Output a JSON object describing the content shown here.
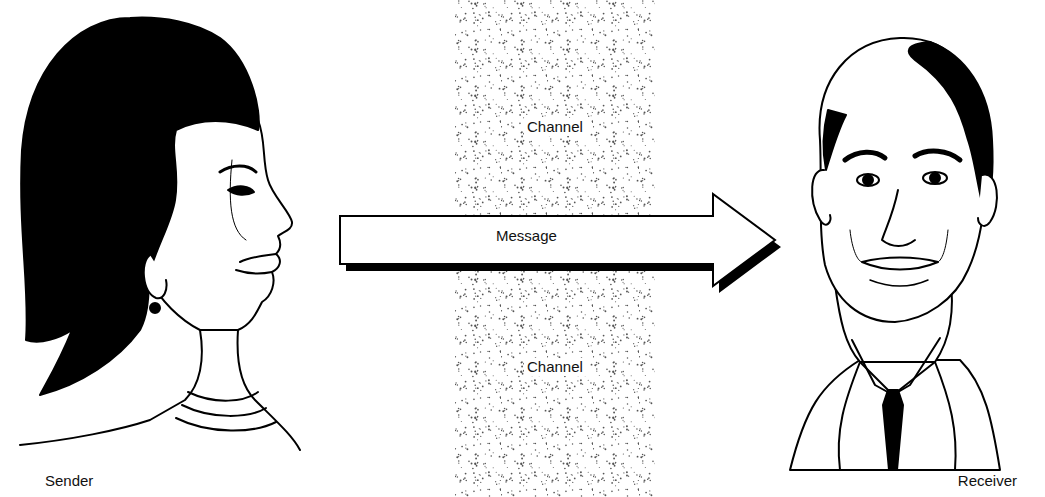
{
  "diagram": {
    "nodes": [
      {
        "text": [
          "Sender"
        ]
      },
      {
        "text": [
          "Channel",
          "Channel"
        ]
      },
      {
        "text": [
          "Receiver"
        ]
      }
    ],
    "edges": [
      {
        "from": 0,
        "to": 2,
        "arrow": "to",
        "label": "Message"
      }
    ]
  }
}
